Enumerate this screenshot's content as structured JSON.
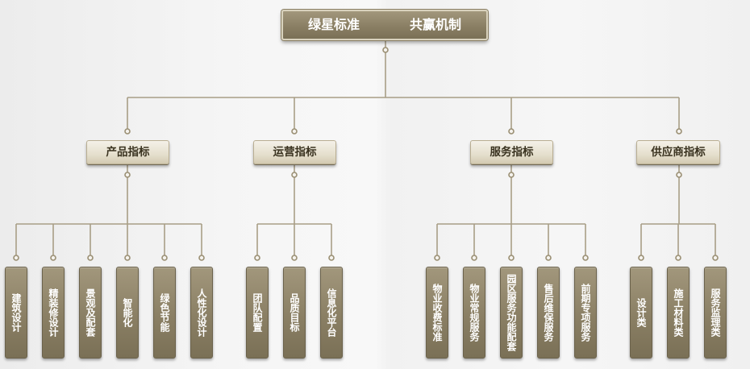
{
  "root": {
    "left_text": "绿星标准",
    "right_text": "共赢机制"
  },
  "categories": [
    {
      "label": "产品指标",
      "items": [
        "建筑设计",
        "精装修设计",
        "景观及配套",
        "智能化",
        "绿色节能",
        "人性化设计"
      ]
    },
    {
      "label": "运营指标",
      "items": [
        "团队配置",
        "品质目标",
        "信息化平台"
      ]
    },
    {
      "label": "服务指标",
      "items": [
        "物业收费标准",
        "物业常规服务",
        "园区服务功能配套",
        "售后维保服务",
        "前期专项服务"
      ]
    },
    {
      "label": "供应商指标",
      "items": [
        "设计类",
        "施工材料类",
        "服务监理类"
      ]
    }
  ],
  "colors": {
    "line": "#a89e86",
    "leaf_fill": "#8a7f64",
    "category_fill": "#e5dfcd"
  }
}
